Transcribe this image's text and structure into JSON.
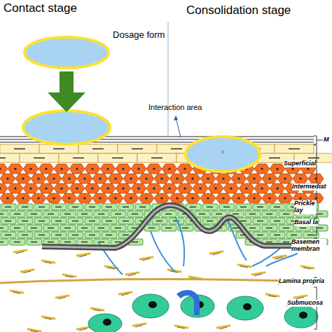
{
  "diagram": {
    "nodes": [
      {
        "text": [
          "Dosage form"
        ]
      },
      {
        "text": [
          "s"
        ]
      }
    ],
    "labels": [
      "Contact stage",
      "Consolidation stage",
      "Interaction area",
      "M",
      "Superficial",
      "Intermediat",
      "Prickle lay",
      "Basal la",
      "Basemen membran",
      "Lamina propria",
      "Submucosa"
    ]
  }
}
